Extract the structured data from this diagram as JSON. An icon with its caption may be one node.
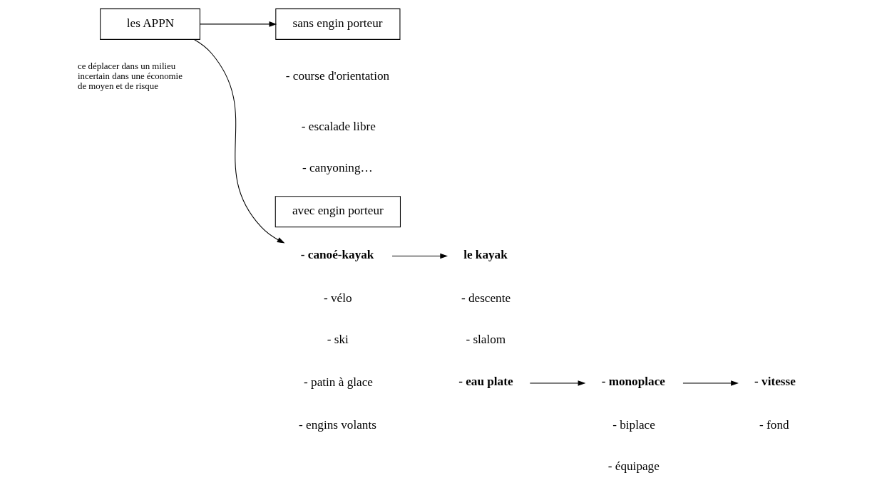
{
  "diagram": {
    "nodes": [
      {
        "text": [
          "les APPN"
        ],
        "beside": [
          "ce déplacer dans un milieu incertain dans une économie de moyen et de risque"
        ]
      },
      {
        "text": [
          "sans engin porteur"
        ]
      },
      {
        "text": [
          "avec engin porteur"
        ]
      },
      {
        "text": [
          "- canoé-kayak"
        ]
      },
      {
        "text": [
          "le kayak"
        ]
      },
      {
        "text": [
          "- eau plate"
        ]
      },
      {
        "text": [
          "- monoplace"
        ]
      },
      {
        "text": [
          "- vitesse"
        ]
      }
    ],
    "edges": [
      {
        "from": 0,
        "to": 1,
        "arrow": "to"
      },
      {
        "from": 0,
        "to": 3,
        "arrow": "to"
      },
      {
        "from": 3,
        "to": 4,
        "arrow": "to"
      },
      {
        "from": 5,
        "to": 6,
        "arrow": "to"
      },
      {
        "from": 6,
        "to": 7,
        "arrow": "to"
      }
    ],
    "labels": [
      "- course d'orientation",
      "- escalade libre",
      "- canyoning…",
      "- vélo",
      "- descente",
      "- ski",
      "- slalom",
      "- patin à glace",
      "- engins volants",
      "- biplace",
      "- fond",
      "- équipage"
    ]
  }
}
